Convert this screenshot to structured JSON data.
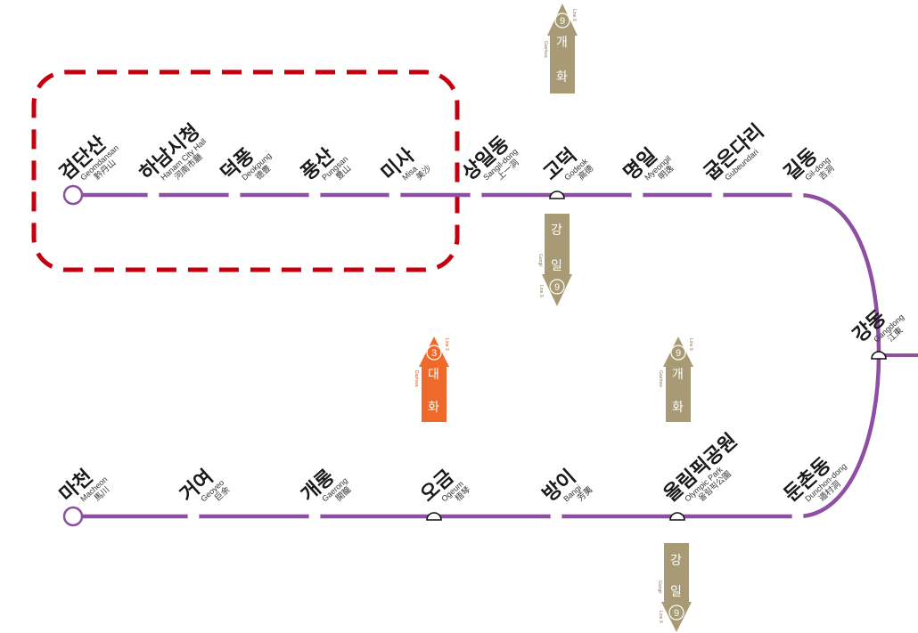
{
  "line": {
    "color": "#8e4fa3"
  },
  "zone": {
    "color": "#c4000f"
  },
  "stations": [
    {
      "id": "geomdansan",
      "ko": "검단산",
      "en": "Geomdansan",
      "hanja": "黔丹山",
      "terminal": true
    },
    {
      "id": "hanam-city-hall",
      "ko": "하남시청",
      "en": "Hanam City Hall",
      "hanja": "河南市廳"
    },
    {
      "id": "deokpung",
      "ko": "덕풍",
      "en": "Deokpung",
      "hanja": "德豊"
    },
    {
      "id": "pungsan",
      "ko": "풍산",
      "en": "Pungsan",
      "hanja": "豊山"
    },
    {
      "id": "misa",
      "ko": "미사",
      "en": "Misa",
      "hanja": "美沙"
    },
    {
      "id": "sangil-dong",
      "ko": "상일동",
      "en": "Sangil-dong",
      "hanja": "上一洞"
    },
    {
      "id": "godeok",
      "ko": "고덕",
      "en": "Godeok",
      "hanja": "高德",
      "transfer": true
    },
    {
      "id": "myeongil",
      "ko": "명일",
      "en": "Myeongil",
      "hanja": "明逸"
    },
    {
      "id": "gubeundari",
      "ko": "굽은다리",
      "en": "Gubeundari",
      "hanja": ""
    },
    {
      "id": "gil-dong",
      "ko": "길동",
      "en": "Gil-dong",
      "hanja": "吉洞"
    },
    {
      "id": "gangdong",
      "ko": "강동",
      "en": "Gangdong",
      "hanja": "江東",
      "transfer": true
    },
    {
      "id": "dunchon-dong",
      "ko": "둔촌동",
      "en": "Dunchon-dong",
      "hanja": "遁村洞"
    },
    {
      "id": "olympic-park",
      "ko": "올림픽공원",
      "en": "Olympic Park",
      "hanja": "올림픽公園",
      "transfer": true
    },
    {
      "id": "bangi",
      "ko": "방이",
      "en": "Bangi",
      "hanja": "芳荑"
    },
    {
      "id": "ogeum",
      "ko": "오금",
      "en": "Ogeum",
      "hanja": "梧琴",
      "transfer": true
    },
    {
      "id": "gaerong",
      "ko": "개롱",
      "en": "Gaerong",
      "hanja": "開籠"
    },
    {
      "id": "geoyeo",
      "ko": "거여",
      "en": "Geoyeo",
      "hanja": "巨余"
    },
    {
      "id": "macheon",
      "ko": "마천",
      "en": "Macheon",
      "hanja": "馬川",
      "terminal": true
    }
  ],
  "arrows": [
    {
      "id": "godeok-up",
      "line_num": "9",
      "dest_ko": "개화",
      "dest_en": "Gaehwa",
      "line_label": "Line 9",
      "color": "#a89a74",
      "dir": "up"
    },
    {
      "id": "godeok-down",
      "line_num": "9",
      "dest_ko": "강일",
      "dest_en": "Gangil",
      "line_label": "Line 9",
      "color": "#a89a74",
      "dir": "down"
    },
    {
      "id": "ogeum-up",
      "line_num": "3",
      "dest_ko": "대화",
      "dest_en": "Daehwa",
      "line_label": "Line 3",
      "color": "#ef6a2a",
      "dir": "up"
    },
    {
      "id": "olympic-up",
      "line_num": "9",
      "dest_ko": "개화",
      "dest_en": "Gaehwa",
      "line_label": "Line 9",
      "color": "#a89a74",
      "dir": "up"
    },
    {
      "id": "olympic-down",
      "line_num": "9",
      "dest_ko": "강일",
      "dest_en": "Gangil",
      "line_label": "Line 9",
      "color": "#a89a74",
      "dir": "down"
    }
  ]
}
